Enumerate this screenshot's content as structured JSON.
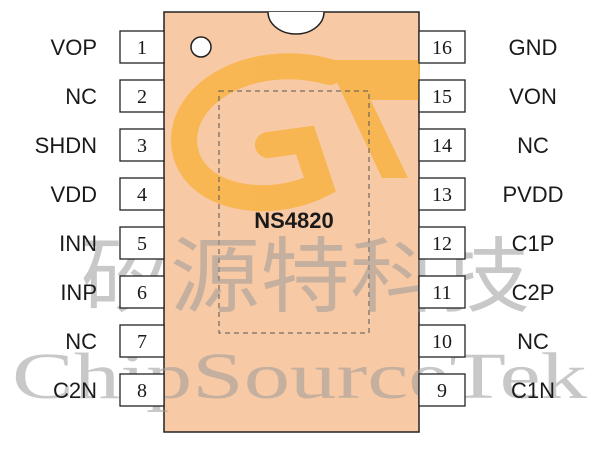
{
  "chip": {
    "part_number": "NS4820",
    "body_color": "#f8c9a5",
    "logo_color": "#f7b54a"
  },
  "pins_left": [
    {
      "num": "1",
      "label": "VOP"
    },
    {
      "num": "2",
      "label": "NC"
    },
    {
      "num": "3",
      "label": "SHDN"
    },
    {
      "num": "4",
      "label": "VDD"
    },
    {
      "num": "5",
      "label": "INN"
    },
    {
      "num": "6",
      "label": "INP"
    },
    {
      "num": "7",
      "label": "NC"
    },
    {
      "num": "8",
      "label": "C2N"
    }
  ],
  "pins_right": [
    {
      "num": "16",
      "label": "GND"
    },
    {
      "num": "15",
      "label": "VON"
    },
    {
      "num": "14",
      "label": "NC"
    },
    {
      "num": "13",
      "label": "PVDD"
    },
    {
      "num": "12",
      "label": "C1P"
    },
    {
      "num": "11",
      "label": "C2P"
    },
    {
      "num": "10",
      "label": "NC"
    },
    {
      "num": "9",
      "label": "C1N"
    }
  ],
  "watermark": {
    "chinese": "矽源特科技",
    "english": "ChipSourceTek"
  }
}
